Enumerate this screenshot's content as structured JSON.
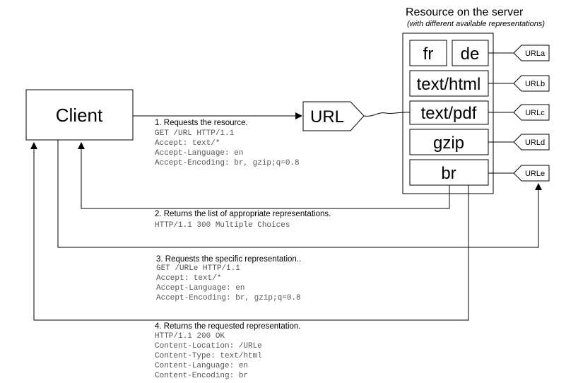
{
  "server": {
    "title": "Resource on the server",
    "subtitle": "(with different available representations)",
    "representations": {
      "fr": "fr",
      "de": "de",
      "text_html": "text/html",
      "text_pdf": "text/pdf",
      "gzip": "gzip",
      "br": "br"
    },
    "url_tags": [
      "URLa",
      "URLb",
      "URLc",
      "URLd",
      "URLe"
    ]
  },
  "client": {
    "label": "Client"
  },
  "url_node": {
    "label": "URL"
  },
  "steps": [
    {
      "title": "1. Requests the resource.",
      "lines": [
        "GET /URL HTTP/1.1",
        "Accept: text/*",
        "Accept-Language: en",
        "Accept-Encoding: br, gzip;q=0.8"
      ]
    },
    {
      "title": "2. Returns the list of  appropriate representations.",
      "lines": [
        "HTTP/1.1 300 Multiple Choices"
      ]
    },
    {
      "title": "3. Requests the specific representation..",
      "lines": [
        "GET /URLe HTTP/1.1",
        "Accept: text/*",
        "Accept-Language: en",
        "Accept-Encoding: br, gzip;q=0.8"
      ]
    },
    {
      "title": "4. Returns the requested representation.",
      "lines": [
        "HTTP/1.1 200 OK",
        "Content-Location: /URLe",
        "Content-Type: text/html",
        "Content-Language: en",
        "Content-Encoding: br"
      ]
    }
  ]
}
